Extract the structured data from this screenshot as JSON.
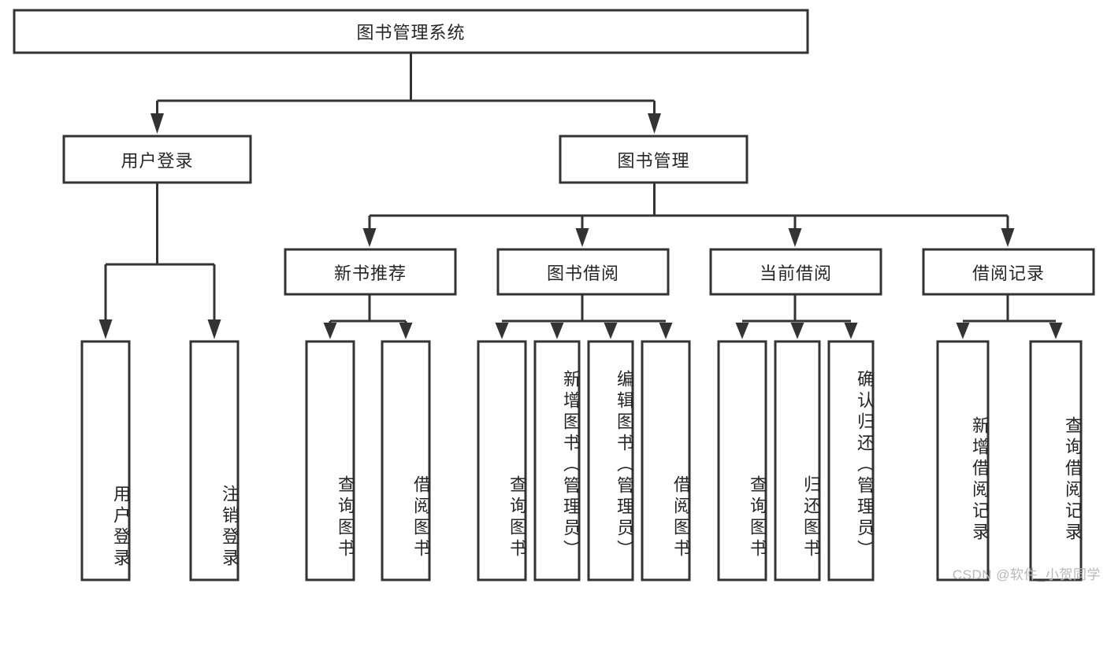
{
  "diagram": {
    "type": "tree",
    "title": "图书管理系统",
    "watermark": "CSDN @软件_小贺同学",
    "colors": {
      "stroke": "#333333",
      "box_fill": "#ffffff",
      "text": "#262626",
      "background": "#ffffff",
      "watermark": "#b8b8b8"
    },
    "nodes": {
      "root": {
        "label": "图书管理系统"
      },
      "level2": [
        {
          "id": "user-login",
          "label": "用户登录"
        },
        {
          "id": "book-management",
          "label": "图书管理"
        }
      ],
      "level3": [
        {
          "id": "new-book-recommend",
          "label": "新书推荐"
        },
        {
          "id": "book-borrow",
          "label": "图书借阅"
        },
        {
          "id": "current-borrow",
          "label": "当前借阅"
        },
        {
          "id": "borrow-record",
          "label": "借阅记录"
        }
      ],
      "leaves": {
        "user-login": [
          {
            "id": "leaf-user-login",
            "label": "用户登录"
          },
          {
            "id": "leaf-logout-login",
            "label": "注销登录"
          }
        ],
        "new-book-recommend": [
          {
            "id": "leaf-query-book-1",
            "label": "查询图书"
          },
          {
            "id": "leaf-borrow-book-1",
            "label": "借阅图书"
          }
        ],
        "book-borrow": [
          {
            "id": "leaf-query-book-2",
            "label": "查询图书"
          },
          {
            "id": "leaf-add-book",
            "label": "新增图书（管理员）"
          },
          {
            "id": "leaf-edit-book",
            "label": "编辑图书（管理员）"
          },
          {
            "id": "leaf-borrow-book-2",
            "label": "借阅图书"
          }
        ],
        "current-borrow": [
          {
            "id": "leaf-query-book-3",
            "label": "查询图书"
          },
          {
            "id": "leaf-return-book",
            "label": "归还图书"
          },
          {
            "id": "leaf-confirm-return",
            "label": "确认归还（管理员）"
          }
        ],
        "borrow-record": [
          {
            "id": "leaf-add-record",
            "label": "新增借阅记录"
          },
          {
            "id": "leaf-query-record",
            "label": "查询借阅记录"
          }
        ]
      }
    }
  }
}
